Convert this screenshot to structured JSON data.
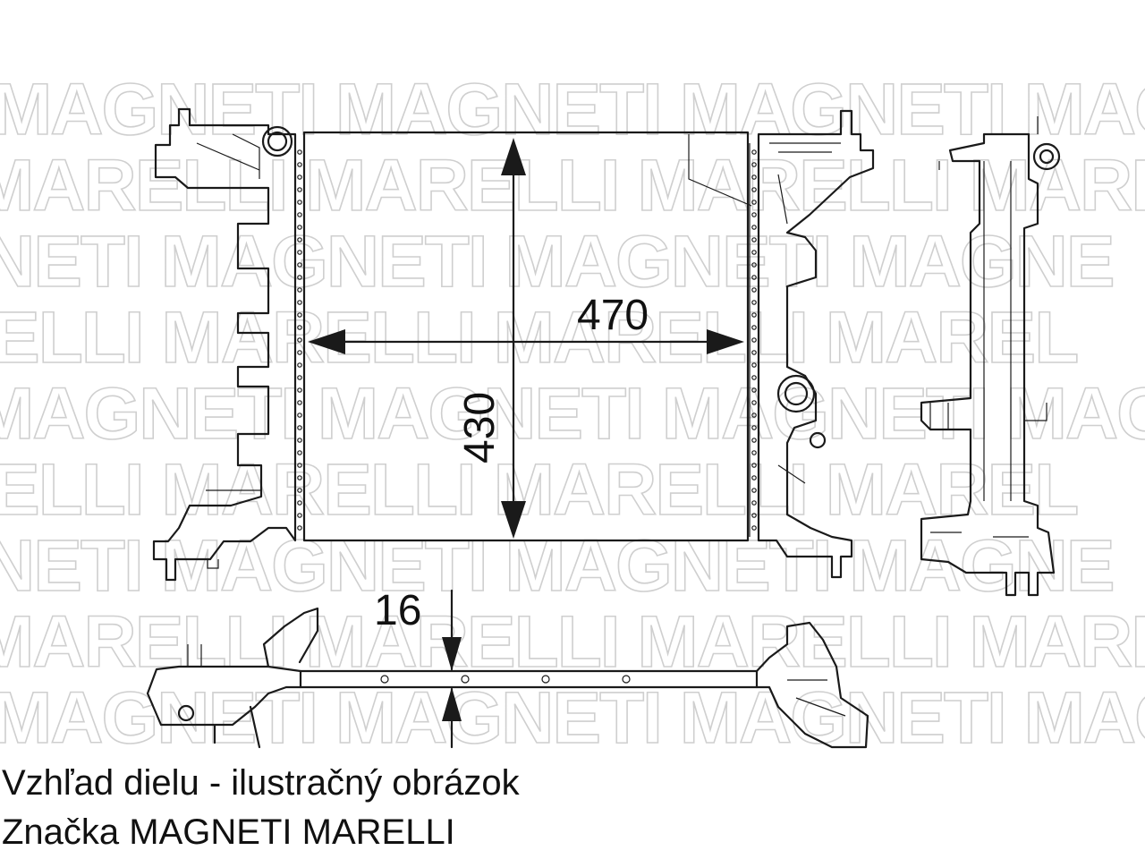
{
  "watermark": {
    "line_a": "MAGNETI MAGNETI MAGNETI MAGNETI",
    "line_b": "MARELLI MARELLI MARELLI MARELLI",
    "line_c": "NETI MAGNETI MAGNETI MAGNE",
    "line_d": "ELLI MARELLI MARELLI MAREL"
  },
  "dimensions": {
    "width": "470",
    "height": "430",
    "depth": "16"
  },
  "caption": {
    "line1": "Vzhľad dielu - ilustračný obrázok",
    "line2": "Značka MAGNETI MARELLI"
  }
}
